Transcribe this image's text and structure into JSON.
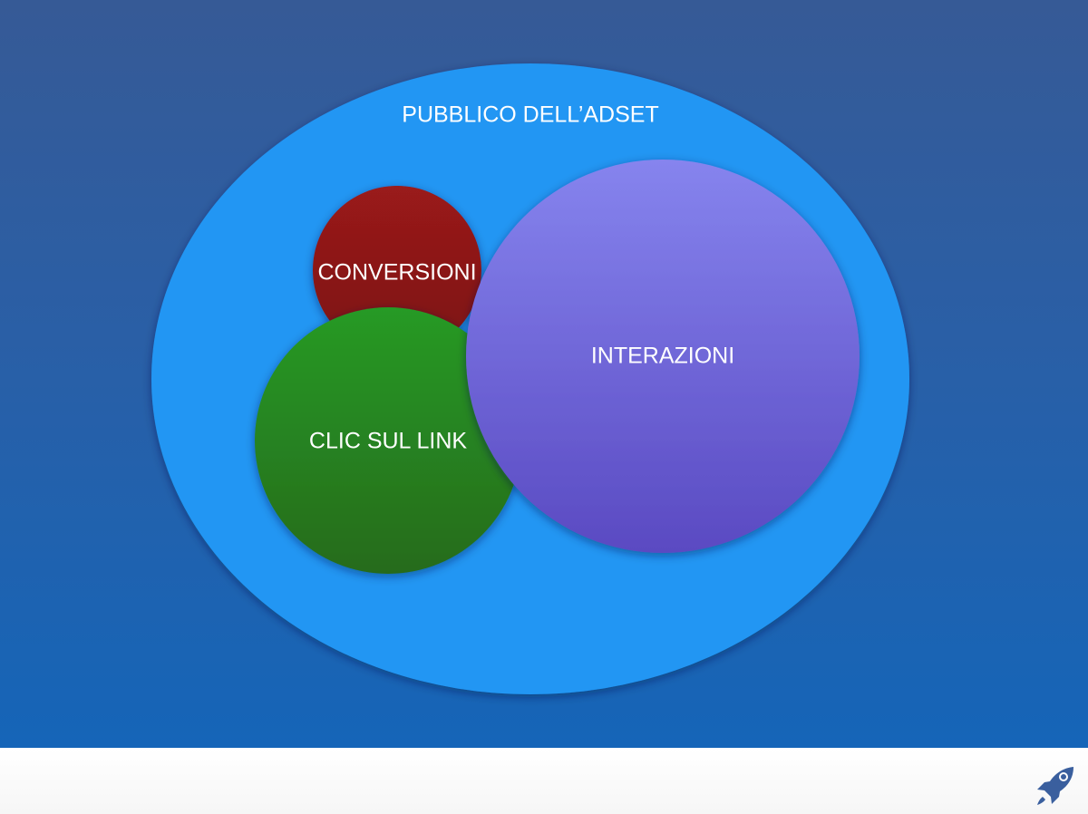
{
  "diagram": {
    "outer_set": {
      "label": "PUBBLICO DELL’ADSET",
      "color": "#2196f3"
    },
    "conversions": {
      "label": "CONVERSIONI",
      "color": "#8e1a1a"
    },
    "link_clicks": {
      "label": "CLIC SUL LINK",
      "color": "#2a8a2a"
    },
    "interactions": {
      "label": "INTERAZIONI",
      "color": "#7a6fe0"
    }
  },
  "footer": {
    "logo_icon": "rocket-icon"
  }
}
